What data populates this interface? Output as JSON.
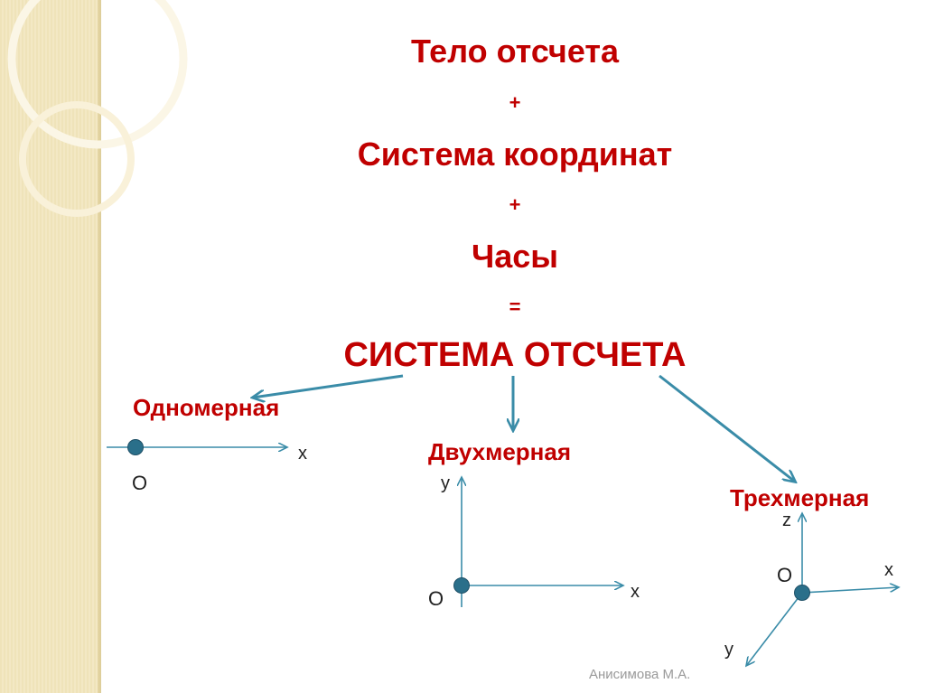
{
  "lines": {
    "reference_body": "Тело отсчета",
    "plus1": "+",
    "coordinate_system": "Система координат",
    "plus2": "+",
    "clock": "Часы",
    "equals": "=",
    "reference_frame": "СИСТЕМА ОТСЧЕТА"
  },
  "kinds": {
    "one_d": "Одномерная",
    "two_d": "Двухмерная",
    "three_d": "Трехмерная"
  },
  "one_d": {
    "origin": "O",
    "x": "x"
  },
  "two_d": {
    "origin": "O",
    "x": "x",
    "y": "y"
  },
  "three_d": {
    "origin": "O",
    "x": "x",
    "y": "y",
    "z": "z"
  },
  "author": "Анисимова М.А.",
  "colors": {
    "title_red": "#c00000",
    "arrow_teal": "#3a8ca8",
    "dot_fill": "#2a6f8a",
    "band": "#efe3b9"
  }
}
